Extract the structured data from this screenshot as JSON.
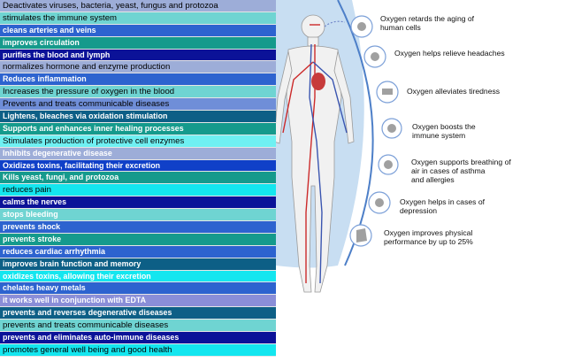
{
  "benefits": [
    {
      "text": "Deactivates viruses, bacteria, yeast, fungus and protozoa",
      "bg": "#9dadd8",
      "fg": "light"
    },
    {
      "text": "stimulates the immune system",
      "bg": "#6fd4d2",
      "fg": "light"
    },
    {
      "text": "cleans arteries and veins",
      "bg": "#2d63cf",
      "fg": "dark"
    },
    {
      "text": "improves circulation",
      "bg": "#159a8c",
      "fg": "dark"
    },
    {
      "text": "purifies the blood and lymph",
      "bg": "#0b1298",
      "fg": "dark"
    },
    {
      "text": "normalizes hormone and enzyme production",
      "bg": "#9dadd8",
      "fg": "light"
    },
    {
      "text": "Reduces inflammation",
      "bg": "#2d63cf",
      "fg": "dark"
    },
    {
      "text": "Increases the pressure of oxygen in the blood",
      "bg": "#6fd4d2",
      "fg": "light"
    },
    {
      "text": "Prevents and treats communicable diseases",
      "bg": "#6f8ed8",
      "fg": "light"
    },
    {
      "text": "Lightens, bleaches via oxidation stimulation",
      "bg": "#0d5f86",
      "fg": "dark"
    },
    {
      "text": "Supports and enhances inner healing processes",
      "bg": "#159a8c",
      "fg": "dark"
    },
    {
      "text": "Stimulates production of protective cell enzymes",
      "bg": "#6ff0f2",
      "fg": "light"
    },
    {
      "text": "Inhibits degenerative disease",
      "bg": "#9dadd8",
      "fg": "dark"
    },
    {
      "text": "Oxidizes toxins, facilitating their excretion",
      "bg": "#1040c8",
      "fg": "dark"
    },
    {
      "text": "Kills yeast, fungi, and protozoa",
      "bg": "#159a8c",
      "fg": "dark"
    },
    {
      "text": "reduces pain",
      "bg": "#14e6ef",
      "fg": "light"
    },
    {
      "text": "calms the nerves",
      "bg": "#0b1298",
      "fg": "dark"
    },
    {
      "text": "stops bleeding",
      "bg": "#6fd4d2",
      "fg": "dark"
    },
    {
      "text": "prevents shock",
      "bg": "#2d63cf",
      "fg": "dark"
    },
    {
      "text": "prevents stroke",
      "bg": "#159a8c",
      "fg": "dark"
    },
    {
      "text": "reduces cardiac arrhythmia",
      "bg": "#2d63cf",
      "fg": "dark"
    },
    {
      "text": "improves brain function and memory",
      "bg": "#0d5f86",
      "fg": "dark"
    },
    {
      "text": "oxidizes toxins, allowing their excretion",
      "bg": "#14e6ef",
      "fg": "dark"
    },
    {
      "text": "chelates heavy metals",
      "bg": "#2d63cf",
      "fg": "dark"
    },
    {
      "text": "it works well in conjunction with EDTA",
      "bg": "#8a8ed8",
      "fg": "dark"
    },
    {
      "text": "prevents and reverses degenerative diseases",
      "bg": "#0d5f86",
      "fg": "dark"
    },
    {
      "text": "prevents and treats communicable diseases",
      "bg": "#6fd4d2",
      "fg": "light"
    },
    {
      "text": "prevents and eliminates auto-immune diseases",
      "bg": "#0b1298",
      "fg": "dark"
    },
    {
      "text": "promotes general well being and good health",
      "bg": "#14e6ef",
      "fg": "light"
    }
  ],
  "figure": {
    "callouts": [
      {
        "line1": "Oxygen retards the aging of",
        "line2": "human cells",
        "line3": ""
      },
      {
        "line1": "Oxygen helps relieve headaches",
        "line2": "",
        "line3": ""
      },
      {
        "line1": "Oxygen alleviates tiredness",
        "line2": "",
        "line3": ""
      },
      {
        "line1": "Oxygen boosts the",
        "line2": "immune system",
        "line3": ""
      },
      {
        "line1": "Oxygen supports breathing of",
        "line2": "air in cases of asthma",
        "line3": "and allergies"
      },
      {
        "line1": "Oxygen helps in cases of",
        "line2": "depression",
        "line3": ""
      },
      {
        "line1": "Oxygen improves physical",
        "line2": "performance by up to 25%",
        "line3": ""
      }
    ],
    "colors": {
      "panel": "#c8def2",
      "arc": "#4d7fc8",
      "artery": "#cc2a2a",
      "vein": "#3a55b0",
      "skin": "#f2f2f2"
    }
  }
}
